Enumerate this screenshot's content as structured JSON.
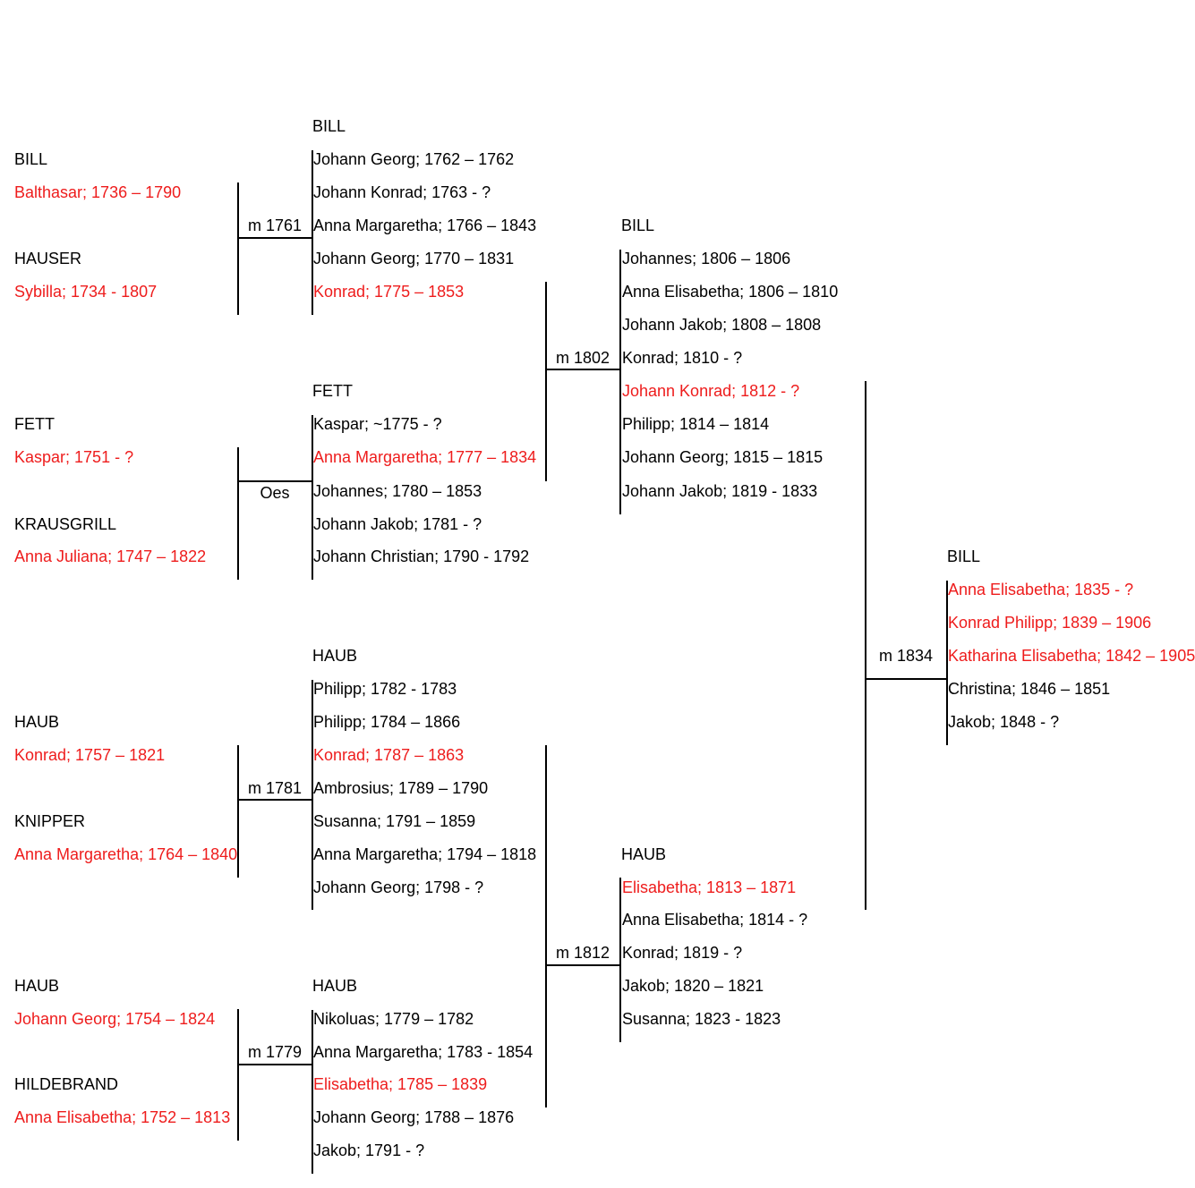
{
  "colors": {
    "highlight": "#ee1c1c",
    "text": "#000000",
    "lines": "#000000"
  },
  "gen1": {
    "bill": {
      "surname": "BILL",
      "person": "Balthasar; 1736 – 1790"
    },
    "hauser": {
      "surname": "HAUSER",
      "person": "Sybilla; 1734 - 1807"
    },
    "fett": {
      "surname": "FETT",
      "person": "Kaspar; 1751 - ?"
    },
    "krausgrill": {
      "surname": "KRAUSGRILL",
      "person": "Anna Juliana; 1747 – 1822"
    },
    "haub1": {
      "surname": "HAUB",
      "person": "Konrad; 1757 – 1821"
    },
    "knipper": {
      "surname": "KNIPPER",
      "person": "Anna Margaretha; 1764 – 1840"
    },
    "haub2": {
      "surname": "HAUB",
      "person": "Johann Georg; 1754 – 1824"
    },
    "hildebrand": {
      "surname": "HILDEBRAND",
      "person": "Anna Elisabetha; 1752 – 1813"
    }
  },
  "marriages": {
    "m1761": "m 1761",
    "oes": "Oes",
    "m1781": "m 1781",
    "m1779": "m 1779",
    "m1802": "m 1802",
    "m1812": "m 1812",
    "m1834": "m 1834"
  },
  "gen2": {
    "bill": {
      "surname": "BILL",
      "children": [
        "Johann Georg; 1762 – 1762",
        "Johann Konrad; 1763 - ?",
        "Anna Margaretha; 1766 – 1843",
        "Johann Georg; 1770 – 1831",
        "Konrad; 1775 – 1853"
      ]
    },
    "fett": {
      "surname": "FETT",
      "children": [
        "Kaspar; ~1775 - ?",
        "Anna Margaretha; 1777 – 1834",
        "Johannes; 1780 – 1853",
        "Johann Jakob; 1781 - ?",
        "Johann Christian; 1790 - 1792"
      ]
    },
    "haub1": {
      "surname": "HAUB",
      "children": [
        "Philipp; 1782 - 1783",
        "Philipp; 1784 – 1866",
        "Konrad; 1787 – 1863",
        "Ambrosius; 1789 – 1790",
        "Susanna; 1791 – 1859",
        "Anna Margaretha; 1794 – 1818",
        "Johann Georg; 1798 - ?"
      ]
    },
    "haub2": {
      "surname": "HAUB",
      "children": [
        "Nikoluas; 1779 – 1782",
        "Anna Margaretha; 1783 - 1854",
        "Elisabetha; 1785 – 1839",
        "Johann Georg; 1788 – 1876",
        "Jakob; 1791 - ?"
      ]
    }
  },
  "gen3": {
    "bill": {
      "surname": "BILL",
      "children": [
        "Johannes; 1806 – 1806",
        "Anna Elisabetha; 1806 – 1810",
        "Johann Jakob; 1808 – 1808",
        "Konrad; 1810 - ?",
        "Johann Konrad; 1812 - ?",
        "Philipp; 1814 – 1814",
        "Johann Georg; 1815 – 1815",
        "Johann Jakob; 1819 - 1833"
      ]
    },
    "haub": {
      "surname": "HAUB",
      "children": [
        "Elisabetha; 1813 – 1871",
        "Anna Elisabetha; 1814 - ?",
        "Konrad; 1819 - ?",
        "Jakob; 1820 – 1821",
        "Susanna; 1823 - 1823"
      ]
    }
  },
  "gen4": {
    "bill": {
      "surname": "BILL",
      "children": [
        "Anna Elisabetha; 1835 - ?",
        "Konrad Philipp; 1839 – 1906",
        "Katharina Elisabetha; 1842 – 1905",
        "Christina; 1846 – 1851",
        "Jakob; 1848 - ?"
      ]
    }
  }
}
